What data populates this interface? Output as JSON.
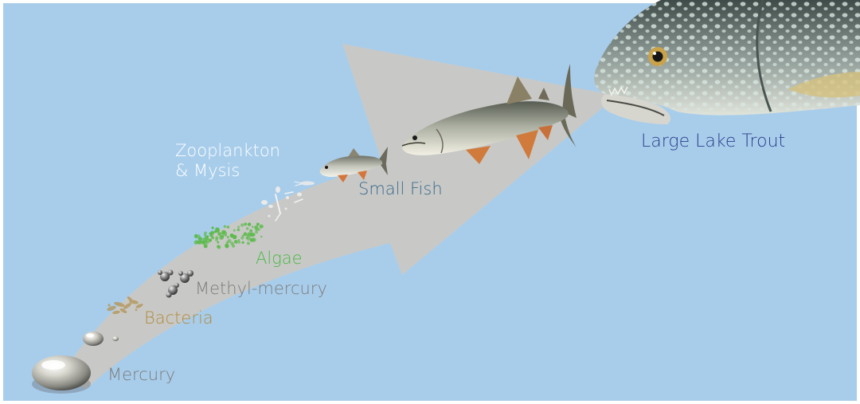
{
  "colors": {
    "background": "#a8cdeb",
    "arrow": "#c8c9c6",
    "border": "#ffffff",
    "label_gray": "#7c7b7a",
    "label_bacteria": "#b08a3e",
    "label_algae": "#4cb848",
    "label_zooplankton": "#ffffff",
    "label_small_fish": "#3b6a8e",
    "label_trout": "#2c3e8a"
  },
  "labels": {
    "mercury": "Mercury",
    "bacteria": "Bacteria",
    "methyl_mercury": "Methyl-mercury",
    "algae": "Algae",
    "zooplankton_line1": "Zooplankton",
    "zooplankton_line2": "& Mysis",
    "small_fish": "Small Fish",
    "large_lake_trout": "Large Lake Trout"
  },
  "icons": {
    "mercury": "mercury-droplet-icon",
    "bacteria": "bacteria-cluster-icon",
    "methyl_mercury": "methyl-mercury-molecule-icon",
    "algae": "algae-cluster-icon",
    "zooplankton": "zooplankton-icon",
    "small_fish": "small-fish-icon",
    "medium_fish": "lake-trout-medium-icon",
    "large_trout": "lake-trout-head-icon"
  }
}
